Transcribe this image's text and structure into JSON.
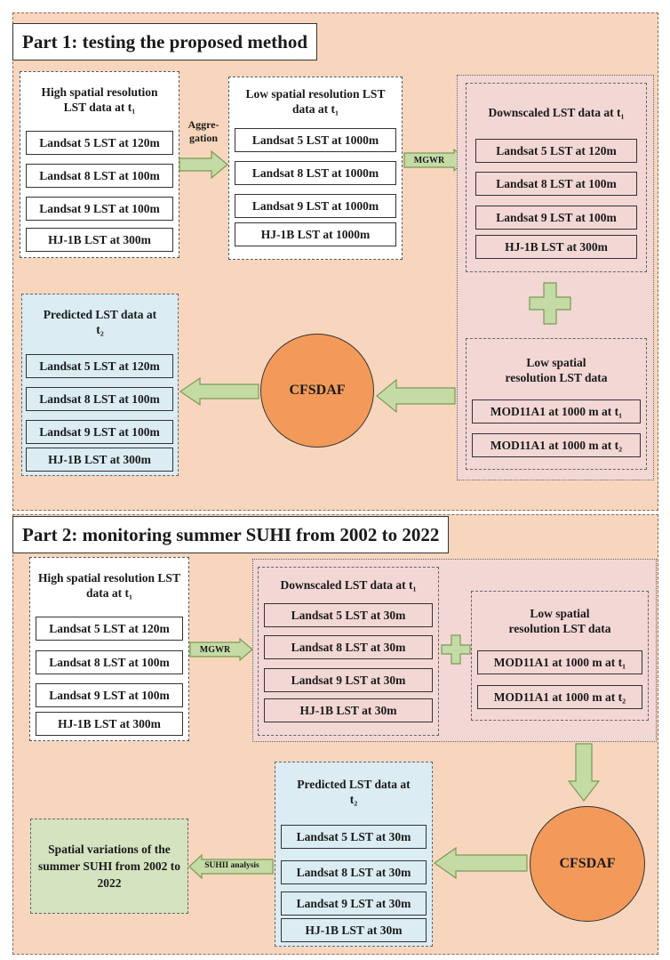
{
  "part1": {
    "title": "Part 1: testing the proposed method",
    "high_res": {
      "title": "High spatial resolution LST data at t₁",
      "items": [
        "Landsat 5 LST at 120m",
        "Landsat 8 LST at 100m",
        "Landsat 9 LST at 100m",
        "HJ-1B LST at 300m"
      ]
    },
    "aggregation_label": "Aggre- gation",
    "low_res": {
      "title": "Low spatial resolution LST data at t₁",
      "items": [
        "Landsat 5 LST at 1000m",
        "Landsat 8 LST at 1000m",
        "Landsat 9 LST at 1000m",
        "HJ-1B  LST at 1000m"
      ]
    },
    "mgwr_label": "MGWR",
    "downscaled": {
      "title": "Downscaled LST data at t₁",
      "items": [
        "Landsat 5 LST at 120m",
        "Landsat 8 LST at 100m",
        "Landsat 9 LST at 100m",
        "HJ-1B  LST at 300m"
      ]
    },
    "low_modis": {
      "title": "Low spatial resolution LST data",
      "items": [
        "MOD11A1 at 1000 m at t₁",
        "MOD11A1 at 1000 m at t₂"
      ]
    },
    "cfsdaf_label": "CFSDAF",
    "predicted": {
      "title": "Predicted  LST data at t₂",
      "items": [
        "Landsat 5 LST at 120m",
        "Landsat 8 LST at 100m",
        "Landsat 9 LST at 100m",
        "HJ-1B LST at 300m"
      ]
    }
  },
  "part2": {
    "title": "Part 2: monitoring summer SUHI from 2002 to 2022",
    "high_res": {
      "title": "High spatial resolution LST data at t₁",
      "items": [
        "Landsat 5 LST at 120m",
        "Landsat 8 LST at 100m",
        "Landsat 9 LST at 100m",
        "HJ-1B LST at 300m"
      ]
    },
    "mgwr_label": "MGWR",
    "downscaled": {
      "title": "Downscaled LST data at t₁",
      "items": [
        "Landsat 5 LST at 30m",
        "Landsat 8 LST at 30m",
        "Landsat 9 LST at 30m",
        "HJ-1B  LST at 30m"
      ]
    },
    "low_modis": {
      "title": "Low spatial resolution LST data",
      "items": [
        "MOD11A1 at 1000 m at t₁",
        "MOD11A1 at 1000 m at t₂"
      ]
    },
    "cfsdaf_label": "CFSDAF",
    "predicted": {
      "title": "Predicted  LST data at t₂",
      "items": [
        "Landsat 5 LST at 30m",
        "Landsat 8 LST at 30m",
        "Landsat 9 LST at 30m",
        "HJ-1B LST at 30m"
      ]
    },
    "suhii_label": "SUHII analysis",
    "spatial_variations": "Spatial variations of the summer SUHI from 2002 to 2022"
  },
  "colors": {
    "panel": "#f8d6bd",
    "pink": "#f2d7d5",
    "blue": "#dbecf3",
    "green_box": "#d5e3c0",
    "circle": "#f39a5a",
    "arrow_fill": "#c5dba6",
    "arrow_stroke": "#7a9a55"
  },
  "icons": [
    "plus-icon",
    "arrow-right-icon",
    "arrow-left-icon",
    "arrow-down-icon"
  ]
}
